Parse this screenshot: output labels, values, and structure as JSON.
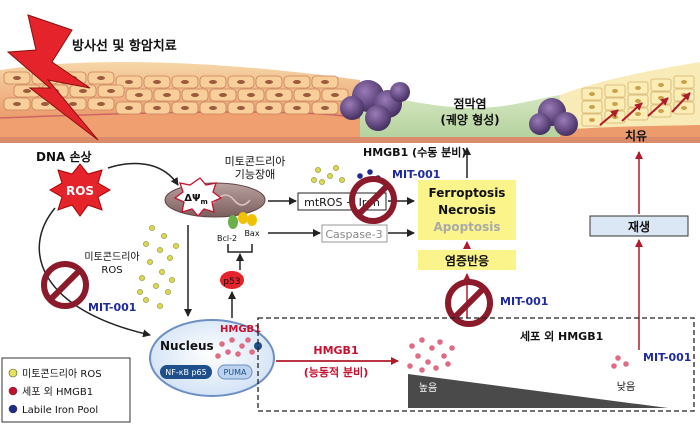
{
  "labels": {
    "radiation": "방사선 및 항암치료",
    "dna_damage": "DNA 손상",
    "ros": "ROS",
    "mito_dysfunction_1": "미토콘드리아",
    "mito_dysfunction_2": "기능장애",
    "delta_psi": "ΔΨ",
    "delta_psi_sub": "m",
    "bcl2": "Bcl-2",
    "bax": "Bax",
    "p53": "p53",
    "mito_ros_1": "미토콘드리아",
    "mito_ros_2": "ROS",
    "mtros_iron": "mtROS + Iron",
    "caspase3": "Caspase-3",
    "ferroptosis": "Ferroptosis",
    "necrosis": "Necrosis",
    "apoptosis": "Apoptosis",
    "hmgb1_passive": "HMGB1 (수동 분비)",
    "mucositis_1": "점막염",
    "mucositis_2": "(궤양 형성)",
    "inflammation": "염증반응",
    "healing": "치유",
    "regeneration": "재생",
    "nucleus": "Nucleus",
    "hmgb1_nuc": "HMGB1",
    "nfkb": "NF-κB p65",
    "puma": "PUMA",
    "hmgb1_active_1": "HMGB1",
    "hmgb1_active_2": "(능동적 분비)",
    "extracellular_hmgb1": "세포 외 HMGB1",
    "high": "높음",
    "low": "낮음",
    "mit001": "MIT-001"
  },
  "legend": [
    {
      "label": "미토콘드리아 ROS",
      "color": "#e8e25a"
    },
    {
      "label": "세포 외 HMGB1",
      "color": "#c8102e"
    },
    {
      "label": "Labile Iron Pool",
      "color": "#1f2a8c"
    }
  ],
  "colors": {
    "ros_dot": "#dcd852",
    "hmgb1_dot": "#e06c84",
    "iron_dot": "#1f2a8c",
    "mit_text": "#1f2a9c",
    "hmgb1_text": "#c8102e",
    "box_yellow": "#fbf48a",
    "box_blue": "#dce7f5",
    "block_red": "#8b1a2b"
  }
}
